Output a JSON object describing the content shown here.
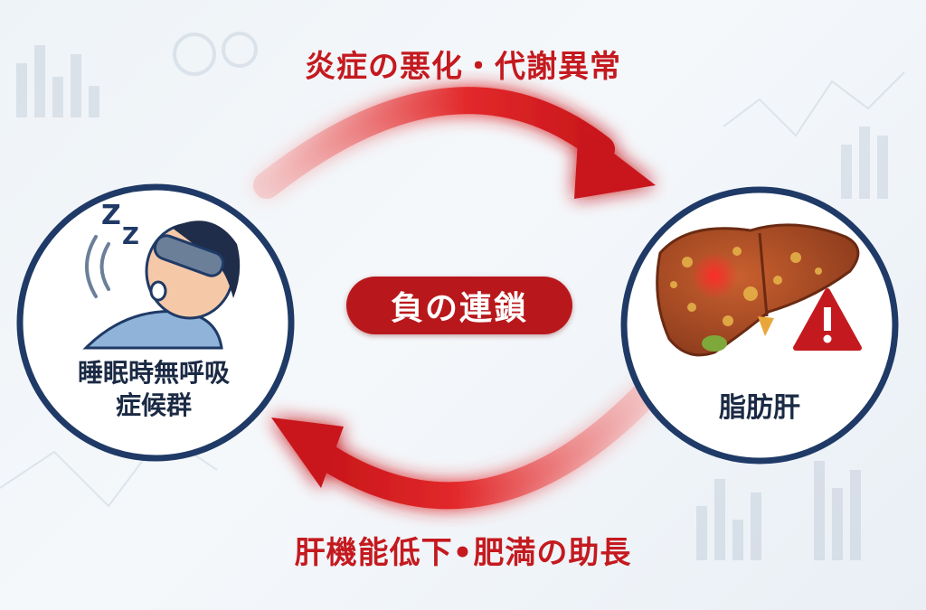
{
  "diagram": {
    "top_label": "炎症の悪化・代謝異常",
    "bottom_label": "肝機能低下•肥満の助長",
    "center_label": "負の連鎖",
    "left_node": {
      "line1": "睡眠時無呼吸",
      "line2": "症候群",
      "icon": "sleeping-person-icon"
    },
    "right_node": {
      "label": "脂肪肝",
      "icon": "liver-icon",
      "warning_icon": "warning-icon"
    },
    "snore_text": "Z Z"
  },
  "colors": {
    "accent_red": "#c41a1f",
    "badge_red": "#b8181c",
    "circle_border": "#1f3a66",
    "text_dark": "#1b2a44"
  }
}
